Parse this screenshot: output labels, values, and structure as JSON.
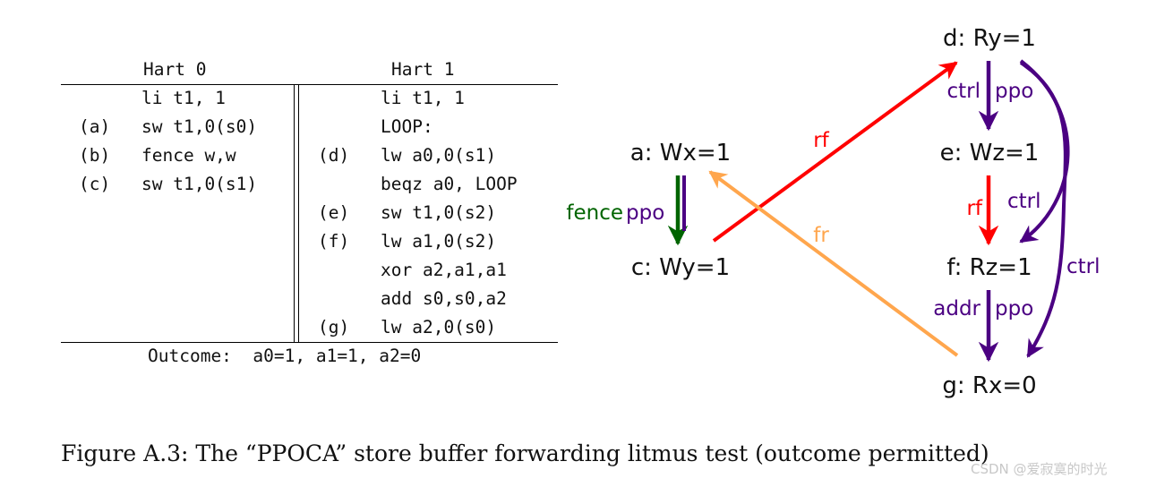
{
  "table": {
    "headers": [
      "Hart 0",
      "Hart 1"
    ],
    "hart0": [
      {
        "label": "",
        "code": "li t1, 1"
      },
      {
        "label": "(a)",
        "code": "sw t1,0(s0)"
      },
      {
        "label": "(b)",
        "code": "fence w,w"
      },
      {
        "label": "(c)",
        "code": "sw t1,0(s1)"
      }
    ],
    "hart1": [
      {
        "label": "",
        "code": "li t1, 1"
      },
      {
        "label": "",
        "code": "LOOP:"
      },
      {
        "label": "(d)",
        "code": "lw a0,0(s1)"
      },
      {
        "label": "",
        "code": "beqz a0, LOOP"
      },
      {
        "label": "(e)",
        "code": "sw t1,0(s2)"
      },
      {
        "label": "(f)",
        "code": "lw a1,0(s2)"
      },
      {
        "label": "",
        "code": "xor a2,a1,a1"
      },
      {
        "label": "",
        "code": "add s0,s0,a2"
      },
      {
        "label": "(g)",
        "code": "lw a2,0(s0)"
      }
    ],
    "outcome": "Outcome:  a0=1, a1=1, a2=0"
  },
  "graph": {
    "nodes": {
      "a": "a: Wx=1",
      "c": "c: Wy=1",
      "d": "d: Ry=1",
      "e": "e: Wz=1",
      "f": "f: Rz=1",
      "g": "g: Rx=0"
    },
    "edge_labels": {
      "fence": "fence",
      "ppo_ac": "ppo",
      "rf_cd": "rf",
      "fr_ga": "fr",
      "ctrl_de": "ctrl",
      "ppo_de": "ppo",
      "rf_ef": "rf",
      "ctrl_df": "ctrl",
      "ctrl_dg": "ctrl",
      "addr_fg": "addr",
      "ppo_fg": "ppo"
    },
    "colors": {
      "red": "#ff0000",
      "orange": "#ffa64d",
      "green": "#006400",
      "purple": "#4b0082"
    }
  },
  "caption": "Figure A.3: The “PPOCA” store buffer forwarding litmus test (outcome permitted)",
  "watermark": "CSDN @爱寂寞的时光"
}
